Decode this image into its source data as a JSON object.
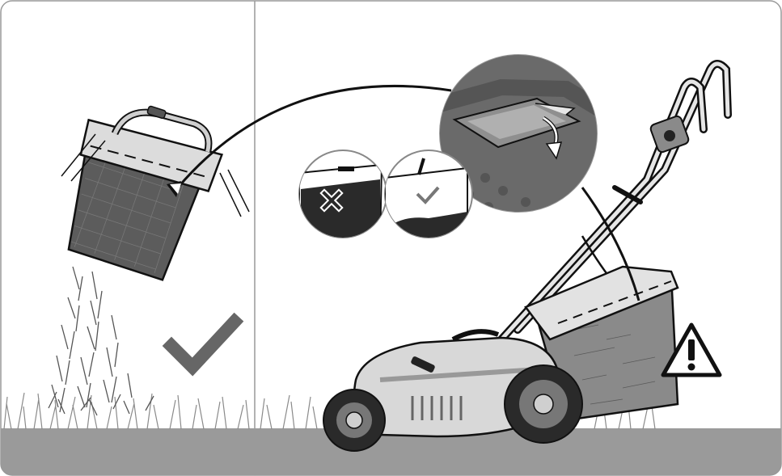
{
  "panels": [
    {
      "id": "empty-grass-catcher",
      "status": "correct",
      "status_icon": "checkmark-icon"
    },
    {
      "id": "fill-level-indicator",
      "status": "warning",
      "status_icon": "warning-triangle-icon"
    }
  ],
  "indicator_states": [
    {
      "state": "full",
      "icon": "cross-icon"
    },
    {
      "state": "not-full",
      "icon": "check-icon"
    }
  ],
  "colors": {
    "ground": "#9a9a9a",
    "outline": "#111111",
    "check": "#666666",
    "body_light": "#dcdcdc",
    "body_dark": "#555555"
  }
}
